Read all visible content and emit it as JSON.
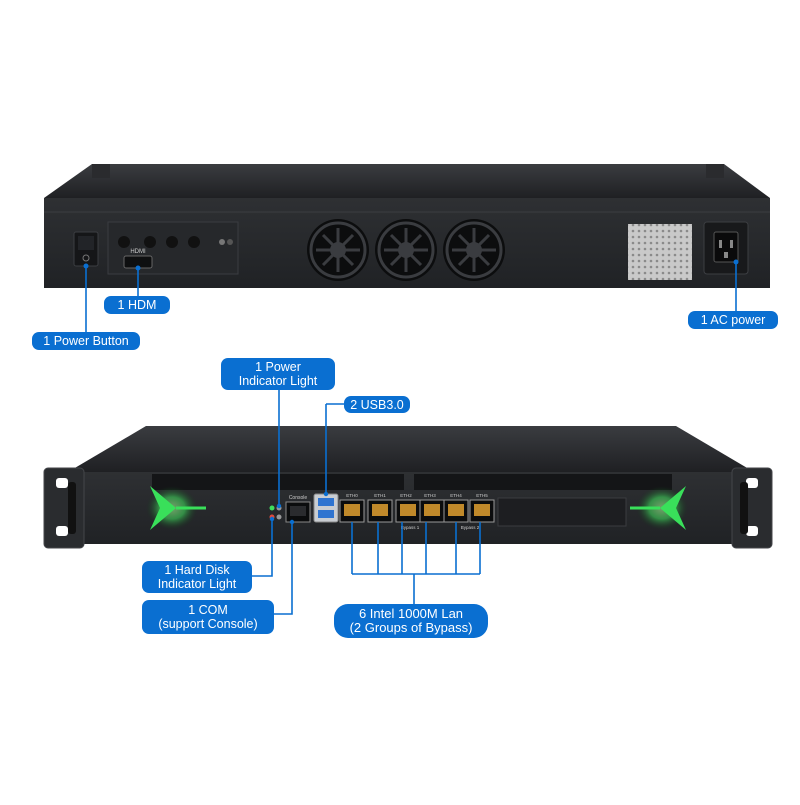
{
  "colors": {
    "label_background": "#0a6fd1",
    "label_text": "#ffffff",
    "leader_line": "#0a6fd1",
    "chassis": "#2b2d30",
    "led_accent": "#39e05a",
    "port_accent": "#e0a030"
  },
  "rear_panel": {
    "hdmi_port_text": "HDMI",
    "labels": {
      "hdmi": "1 HDM",
      "power_button": "1 Power Button",
      "ac_power": "1 AC power"
    }
  },
  "front_panel": {
    "console_port_text": "Console",
    "lan_port_texts": [
      "ETH0",
      "ETH1",
      "ETH2",
      "ETH3",
      "ETH4",
      "ETH5"
    ],
    "bypass_texts": [
      "Bypass 1",
      "Bypass 2"
    ],
    "labels": {
      "power_indicator": [
        "1 Power",
        "Indicator Light"
      ],
      "usb": "2 USB3.0",
      "hard_disk_indicator": [
        "1 Hard Disk",
        "Indicator Light"
      ],
      "com": [
        "1 COM",
        "(support Console)"
      ],
      "lan": [
        "6 Intel 1000M Lan",
        "(2 Groups of Bypass)"
      ]
    }
  }
}
